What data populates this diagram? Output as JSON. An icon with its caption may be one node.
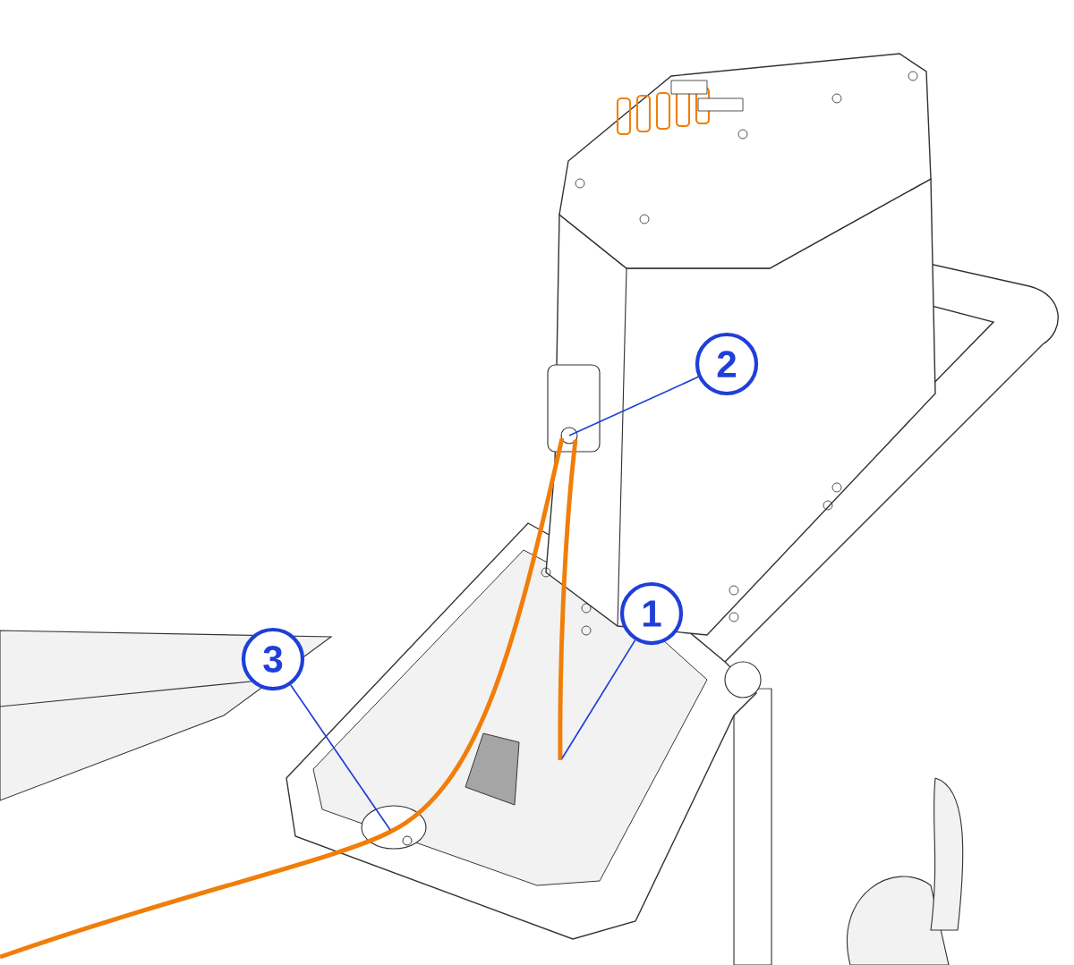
{
  "diagram": {
    "nodes": [
      {
        "text": [
          "1"
        ]
      },
      {
        "text": [
          "2"
        ]
      },
      {
        "text": [
          "3"
        ]
      }
    ],
    "edges": [
      {
        "from": 0,
        "to": null,
        "arrow": "none"
      },
      {
        "from": 1,
        "to": null,
        "arrow": "none"
      },
      {
        "from": 2,
        "to": null,
        "arrow": "none"
      }
    ]
  }
}
